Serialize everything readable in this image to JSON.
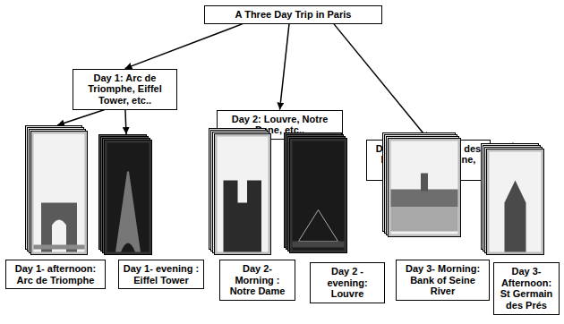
{
  "diagram": {
    "nodes": [
      {
        "text": [
          "A Three Day Trip in Paris"
        ]
      },
      {
        "text": [
          "Day 1: Arc de Triomphe, Eiffel Tower, etc.."
        ]
      },
      {
        "text": [
          "Day 2: Louvre, Notre Dane, etc.."
        ]
      },
      {
        "text": [
          "Day 3: St-Germain des Prés, Bank ot Seine, etc.."
        ]
      },
      {
        "text": [
          "Day 1- afternoon: Arc de Triomphe"
        ]
      },
      {
        "text": [
          "Day 1- evening : Eiffel Tower"
        ]
      },
      {
        "text": [
          "Day 2- Morning : Notre Dame"
        ]
      },
      {
        "text": [
          "Day 2 - evening: Louvre"
        ]
      },
      {
        "text": [
          "Day 3- Morning: Bank of Seine River"
        ]
      },
      {
        "text": [
          "Day 3- Afternoon: St Germain des Prés"
        ]
      }
    ],
    "edges": [
      {
        "from": 0,
        "to": 1,
        "arrow": "to"
      },
      {
        "from": 0,
        "to": 2,
        "arrow": "to"
      },
      {
        "from": 0,
        "to": 3,
        "arrow": "to"
      },
      {
        "from": 1,
        "to": 4,
        "arrow": "to"
      },
      {
        "from": 1,
        "to": 5,
        "arrow": "to"
      },
      {
        "from": 2,
        "to": 6,
        "arrow": "to"
      },
      {
        "from": 2,
        "to": 7,
        "arrow": "to"
      },
      {
        "from": 3,
        "to": 8,
        "arrow": "to"
      },
      {
        "from": 3,
        "to": 9,
        "arrow": "to"
      }
    ]
  }
}
